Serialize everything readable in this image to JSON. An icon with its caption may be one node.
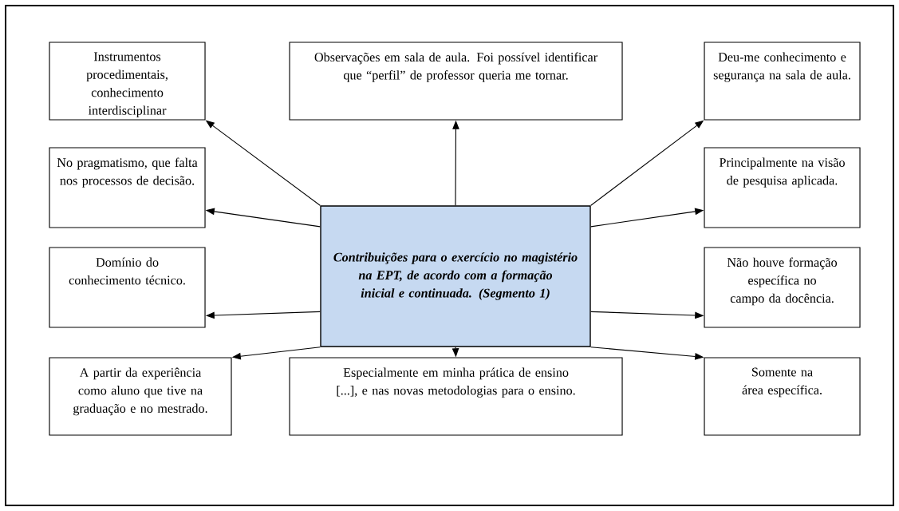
{
  "diagram": {
    "nodes": [
      {
        "text": [
          "Instrumentos procedimentais, conhecimento interdisciplinar"
        ]
      },
      {
        "text": [
          "Observações em sala de aula. Foi possível identificar que “perfil” de professor queria me tornar."
        ]
      },
      {
        "text": [
          "Deu-me conhecimento e segurança na sala de aula."
        ]
      },
      {
        "text": [
          "No pragmatismo, que falta nos processos de decisão."
        ]
      },
      {
        "text": [
          "Contribuições para o exercício no magistério na EPT, de acordo com a formação inicial e continuada. (Segmento 1)"
        ]
      },
      {
        "text": [
          "Principalmente na visão de pesquisa aplicada."
        ]
      },
      {
        "text": [
          "Domínio do conhecimento técnico."
        ]
      },
      {
        "text": [
          "Não houve formação específica no campo da docência."
        ]
      },
      {
        "text": [
          "A partir da experiência como aluno que tive na graduação e no mestrado."
        ]
      },
      {
        "text": [
          "Especialmente em minha prática de ensino [...], e nas novas metodologias para o ensino."
        ]
      },
      {
        "text": [
          "Somente na área específica."
        ]
      }
    ],
    "edges": [
      {
        "from": 4,
        "to": 0,
        "arrow": "to"
      },
      {
        "from": 4,
        "to": 1,
        "arrow": "to"
      },
      {
        "from": 4,
        "to": 2,
        "arrow": "to"
      },
      {
        "from": 4,
        "to": 3,
        "arrow": "to"
      },
      {
        "from": 4,
        "to": 5,
        "arrow": "to"
      },
      {
        "from": 4,
        "to": 6,
        "arrow": "to"
      },
      {
        "from": 4,
        "to": 7,
        "arrow": "to"
      },
      {
        "from": 4,
        "to": 8,
        "arrow": "to"
      },
      {
        "from": 4,
        "to": 9,
        "arrow": "to"
      },
      {
        "from": 4,
        "to": 10,
        "arrow": "to"
      }
    ]
  }
}
